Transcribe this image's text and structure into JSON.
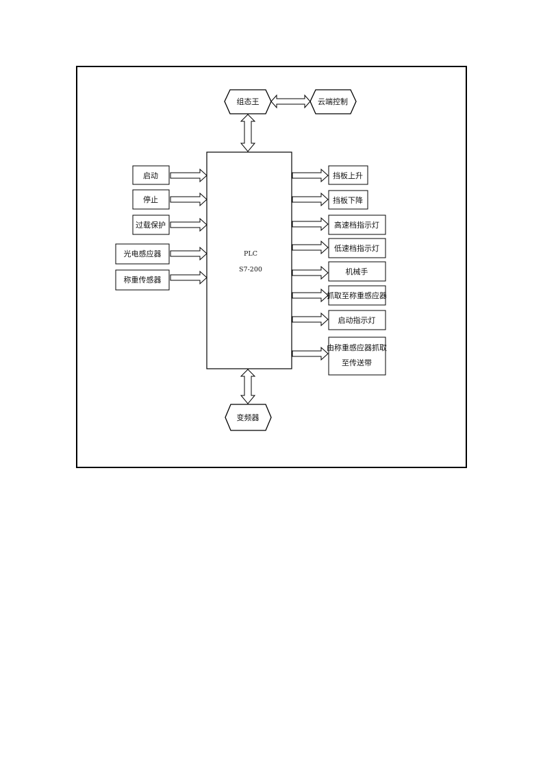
{
  "diagram": {
    "top": {
      "left_hex": "组态王",
      "right_hex": "云端控制"
    },
    "bottom_hex": "变频器",
    "plc": {
      "line1": "PLC",
      "line2": "S7-200"
    },
    "inputs": [
      "启动",
      "停止",
      "过载保护",
      "光电感应器",
      "称重传感器"
    ],
    "outputs": [
      {
        "line1": "挡板上升"
      },
      {
        "line1": "挡板下降"
      },
      {
        "line1": "高速档指示灯"
      },
      {
        "line1": "低速档指示灯"
      },
      {
        "line1": "机械手"
      },
      {
        "line1": "抓取至称重感应器"
      },
      {
        "line1": "启动指示灯"
      },
      {
        "line1": "由称重感应器抓取",
        "line2": "至传送带"
      }
    ]
  }
}
